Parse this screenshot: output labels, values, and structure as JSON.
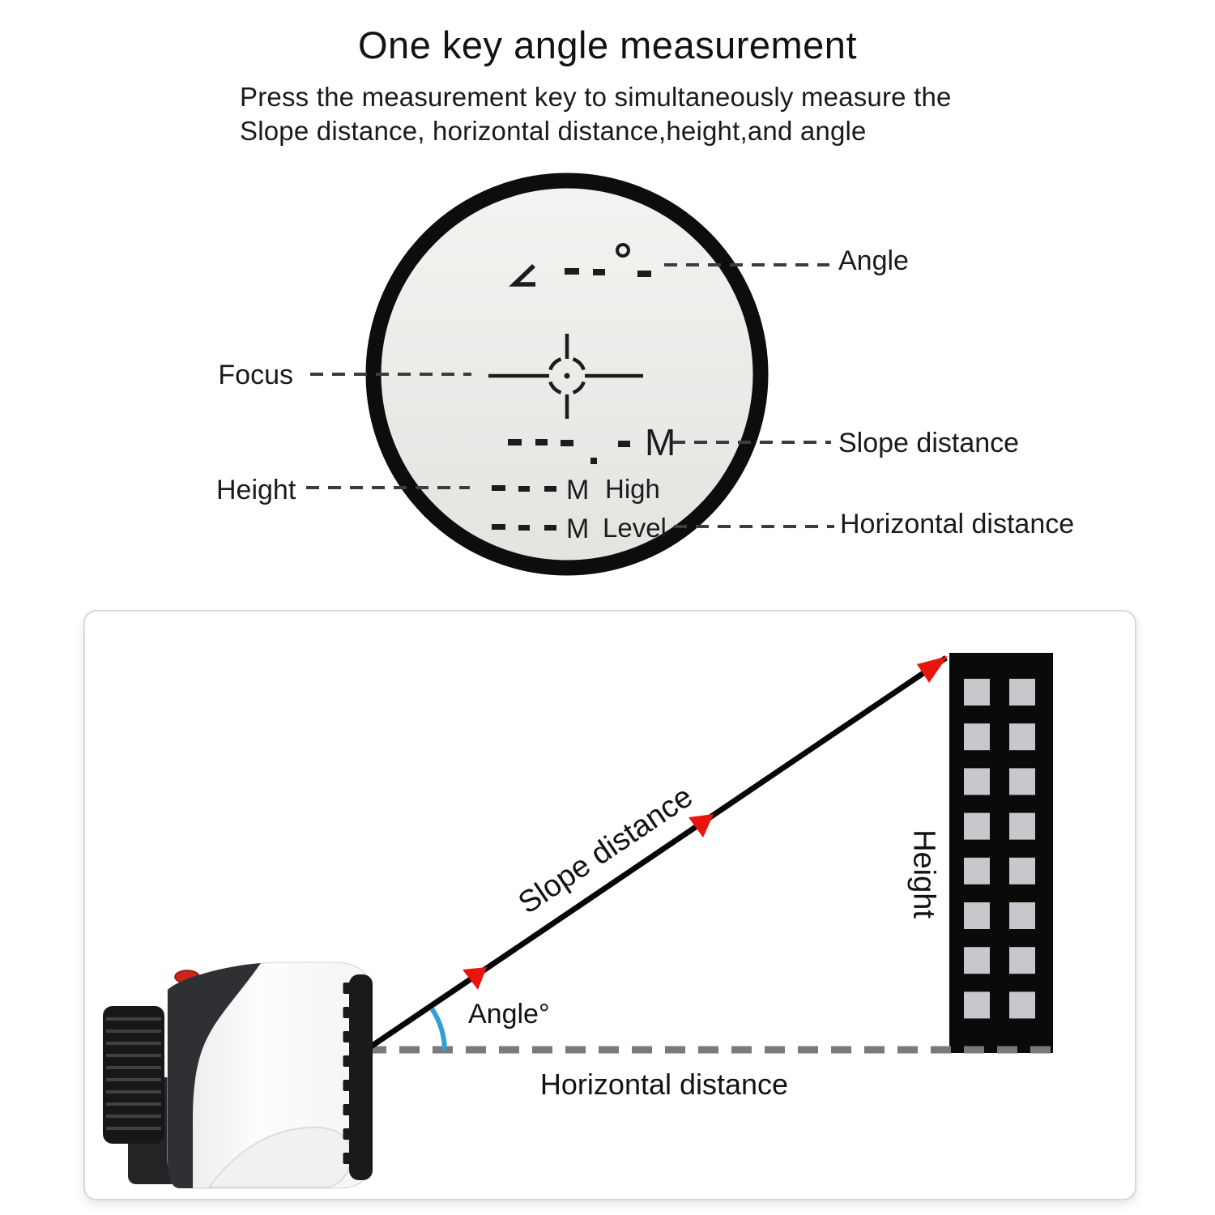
{
  "header": {
    "title": "One key angle measurement",
    "subtitle_lines": [
      "Press the measurement key to simultaneously measure the",
      "Slope distance, horizontal distance,height,and angle"
    ]
  },
  "reticle_view": {
    "symbols": {
      "angle_icon": "∠",
      "degree_icon": "°",
      "crosshair_icon": "crosshair"
    },
    "rows": {
      "slope_unit": "M",
      "high_unit": "M",
      "high_label": "High",
      "level_unit": "M",
      "level_label": "Level"
    },
    "callouts": {
      "angle": "Angle",
      "focus": "Focus",
      "slope_distance": "Slope distance",
      "height": "Height",
      "horizontal_distance": "Horizontal distance"
    }
  },
  "diagram": {
    "slope_distance_label": "Slope distance",
    "angle_label": "Angle°",
    "horizontal_distance_label": "Horizontal distance",
    "height_label": "Height",
    "building": {
      "window_rows": 8,
      "window_columns": 2
    }
  },
  "colors": {
    "arrow_red": "#e8150f",
    "arc_blue": "#2e9fd7",
    "dash_gray": "#7a7a7a",
    "leader_gray": "#3c3c3c",
    "building_black": "#0a0a0a",
    "window_gray": "#c6c8cc",
    "reticle_mark": "#1c1c1c",
    "ring_black": "#0d0d0d"
  }
}
